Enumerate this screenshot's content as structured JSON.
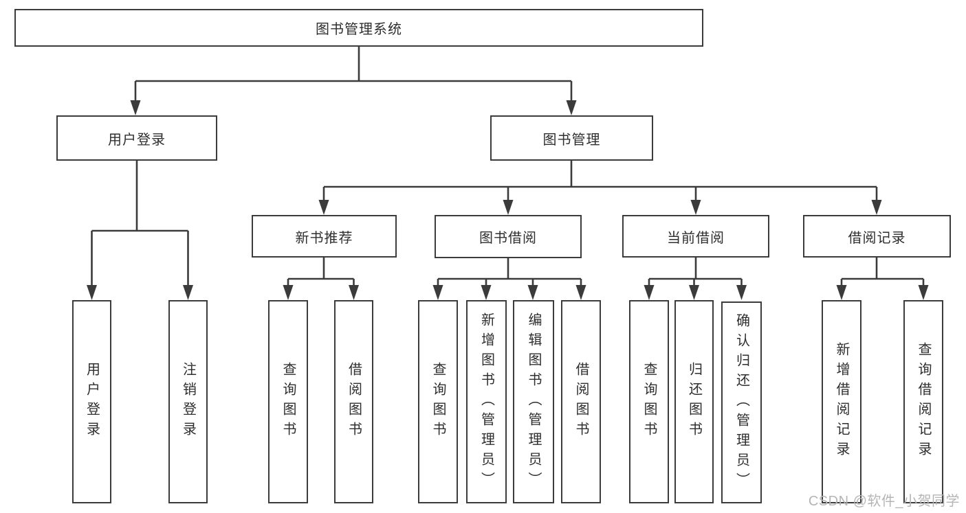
{
  "diagram": {
    "root": {
      "label": "图书管理系统"
    },
    "level2": [
      {
        "label": "用户登录",
        "children": [
          {
            "label": "用户登录"
          },
          {
            "label": "注销登录"
          }
        ]
      },
      {
        "label": "图书管理",
        "children": [
          {
            "label": "新书推荐",
            "children": [
              {
                "label": "查询图书"
              },
              {
                "label": "借阅图书"
              }
            ]
          },
          {
            "label": "图书借阅",
            "children": [
              {
                "label": "查询图书"
              },
              {
                "label": "新增图书（管理员）"
              },
              {
                "label": "编辑图书（管理员）"
              },
              {
                "label": "借阅图书"
              }
            ]
          },
          {
            "label": "当前借阅",
            "children": [
              {
                "label": "查询图书"
              },
              {
                "label": "归还图书"
              },
              {
                "label": "确认归还（管理员）"
              }
            ]
          },
          {
            "label": "借阅记录",
            "children": [
              {
                "label": "新增借阅记录"
              },
              {
                "label": "查询借阅记录"
              }
            ]
          }
        ]
      }
    ]
  },
  "watermark": {
    "text": "CSDN @软件_小贺同学"
  },
  "colors": {
    "line": "#3b3b3b",
    "text": "#2e2e2e",
    "watermark": "#b5b5b5",
    "background": "#ffffff"
  }
}
